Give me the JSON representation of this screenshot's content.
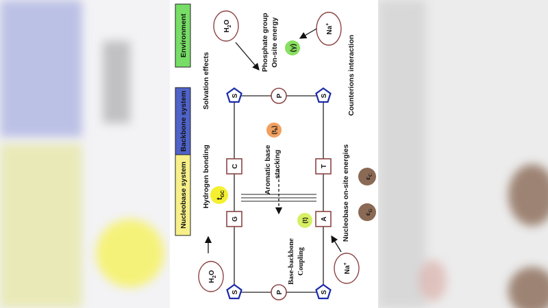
{
  "legend": {
    "environment": "Environment",
    "backbone": "Backbone system",
    "nucleobase": "Nucleobase system"
  },
  "colors": {
    "environment_box": "#77dd66",
    "backbone_box": "#4f63c8",
    "nucleobase_box": "#f7f08a",
    "sugar_stroke": "#1a2aa8",
    "molecule_stroke": "#8b4444",
    "gamma_circle": "#88e060",
    "t_circle": "#d6ef63",
    "tcc_circle": "#f4f030",
    "tb_circle": "#f0a060",
    "eps_circle": "#8a6a55"
  },
  "labels": {
    "solvation": "Solvation effects",
    "phosphate_line1": "Phosphate group",
    "phosphate_line2": "On-site energy",
    "counterions": "Counterions interaction",
    "aromatic_line1": "Aromatic base",
    "aromatic_line2": "stacking",
    "hydrogen": "Hydrogen bonding",
    "nucleobase_onsite": "Nucleobase on-site energies",
    "base_backbone_line1": "Base-backbone",
    "base_backbone_line2": "Coupling"
  },
  "params": {
    "gamma": "(γ)",
    "t_b": "(t",
    "t_b_sub": "b",
    "t_b_close": ")",
    "t": "(t)",
    "t_cc": "t",
    "t_cc_sub": "GC",
    "eps_c": "ε",
    "eps_c_sub": "C",
    "eps_g": "ε",
    "eps_g_sub": "G"
  },
  "molecules": {
    "water_top": "H",
    "water_top_sub": "2",
    "water_top_o": "O",
    "water_bottom": "H",
    "water_bottom_sub": "2",
    "water_bottom_o": "O",
    "na_top": "Na",
    "na_top_sup": "+",
    "na_bottom": "Na",
    "na_bottom_sup": "+"
  },
  "nodes": {
    "sugar": "S",
    "phosphate": "P",
    "base_c": "C",
    "base_g": "G",
    "base_t": "T",
    "base_a": "A"
  }
}
